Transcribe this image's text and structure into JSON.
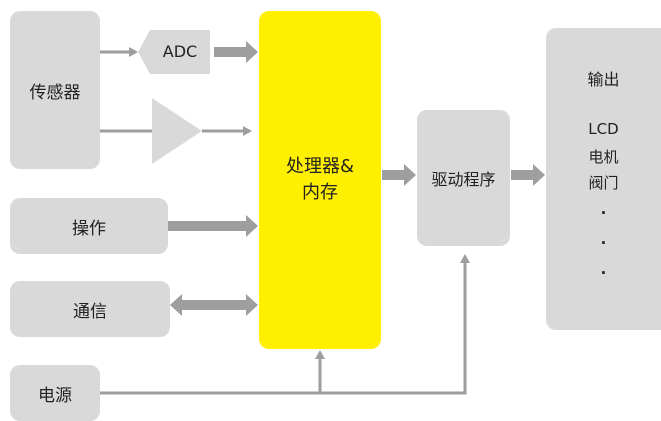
{
  "blocks": {
    "sensor": "传感器",
    "operation": "操作",
    "comm": "通信",
    "power": "电源",
    "processor_line1": "处理器&",
    "processor_line2": "内存",
    "driver": "驱动程序",
    "adc": "ADC"
  },
  "output": {
    "title": "输出",
    "items": [
      "LCD",
      "电机",
      "阀门",
      "·",
      "·",
      "·"
    ]
  },
  "colors": {
    "box_fill": "#d9d9d9",
    "processor_fill": "#ffef00",
    "arrow": "#9e9e9e",
    "power_line": "#9e9e9e"
  }
}
